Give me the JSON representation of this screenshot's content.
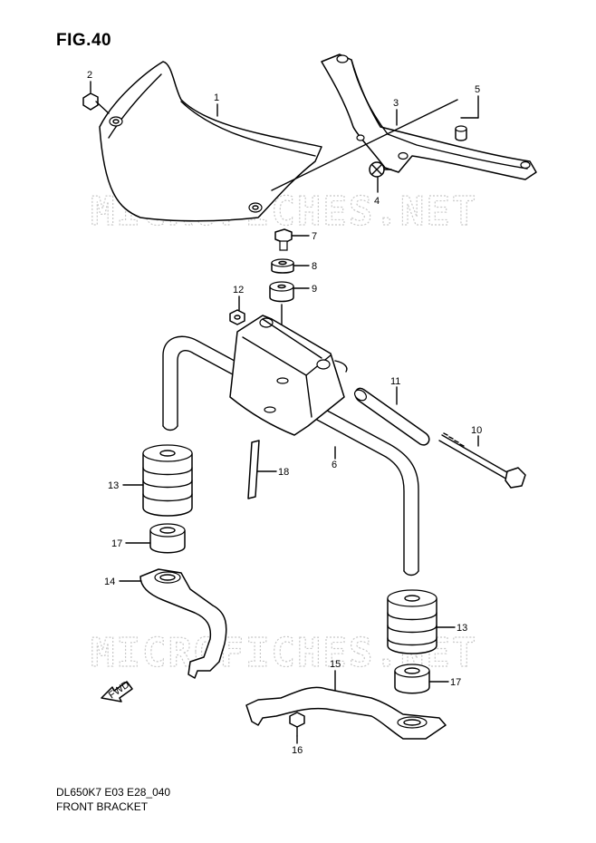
{
  "figure": {
    "title": "FIG.40",
    "code": "DL650K7 E03 E28_040",
    "caption": "FRONT BRACKET"
  },
  "watermark": "MICROFICHES.NET",
  "fwd_arrow_text": "FWD",
  "callouts": [
    "1",
    "2",
    "3",
    "4",
    "5",
    "6",
    "7",
    "8",
    "9",
    "10",
    "11",
    "12",
    "13",
    "13",
    "14",
    "15",
    "16",
    "17",
    "17",
    "18"
  ]
}
